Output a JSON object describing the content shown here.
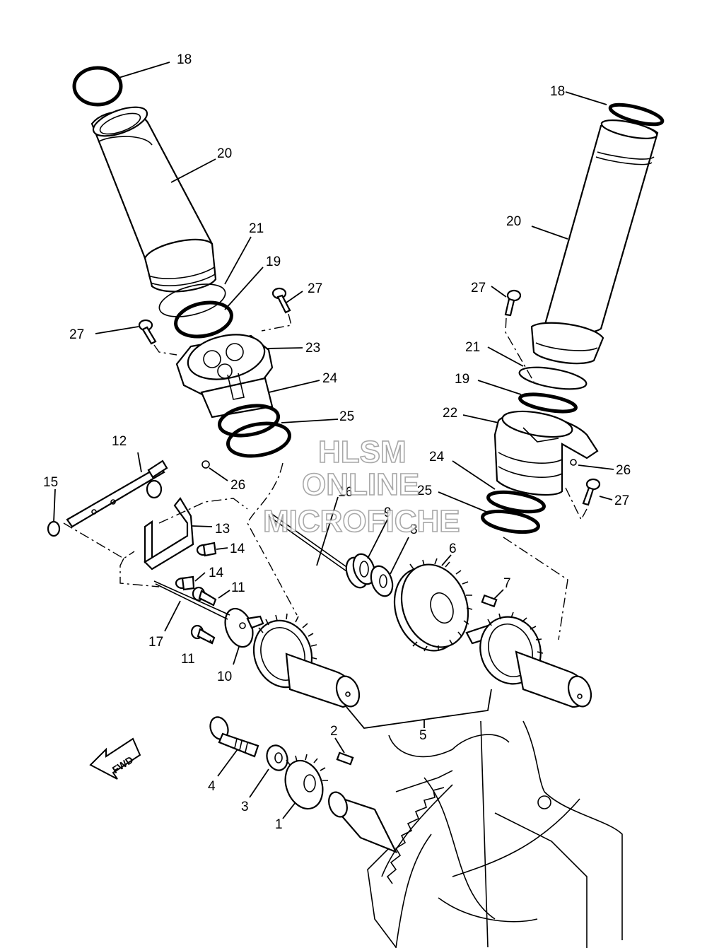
{
  "callouts": {
    "c1": "1",
    "c2": "2",
    "c3": "3",
    "c4": "4",
    "c5": "5",
    "c6": "6",
    "c7": "7",
    "c8": "8",
    "c9": "9",
    "c10": "10",
    "c11a": "11",
    "c11b": "11",
    "c12": "12",
    "c13": "13",
    "c14a": "14",
    "c14b": "14",
    "c15": "15",
    "c16": "16",
    "c17": "17",
    "c18a": "18",
    "c18b": "18",
    "c19a": "19",
    "c19b": "19",
    "c20a": "20",
    "c20b": "20",
    "c21a": "21",
    "c21b": "21",
    "c22": "22",
    "c23": "23",
    "c24a": "24",
    "c24b": "24",
    "c25a": "25",
    "c25b": "25",
    "c26a": "26",
    "c26b": "26",
    "c27a": "27",
    "c27b": "27",
    "c27c": "27",
    "c27d": "27"
  },
  "direction_badge": "FWD",
  "watermark": [
    "HLSM",
    "ONLINE",
    "MICROFICHE"
  ]
}
